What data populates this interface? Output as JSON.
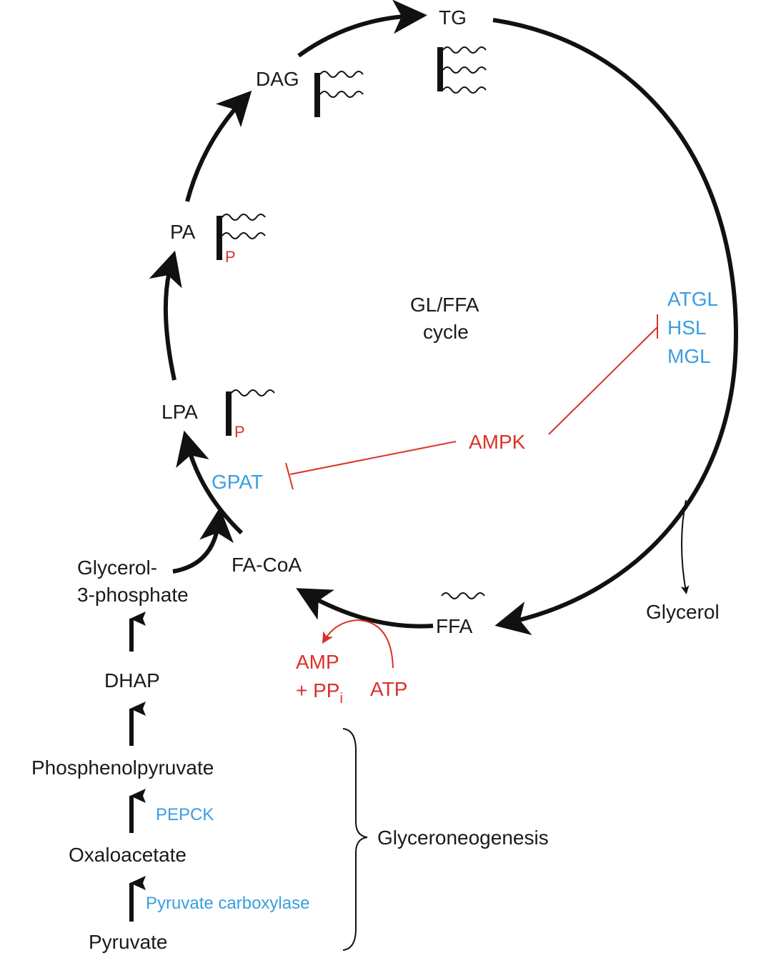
{
  "diagram": {
    "title": "GL/FFA cycle",
    "cycle_label_line1": "GL/FFA",
    "cycle_label_line2": "cycle",
    "colors": {
      "metabolite": "#1a1a1a",
      "enzyme": "#3a9ee0",
      "regulator": "#d9322a"
    },
    "cycle_metabolites": {
      "tg": "TG",
      "dag": "DAG",
      "pa": "PA",
      "lpa": "LPA",
      "fa_coa": "FA-CoA",
      "ffa": "FFA",
      "glycerol": "Glycerol"
    },
    "phosphate_label": "P",
    "enzymes": {
      "lipases": [
        "ATGL",
        "HSL",
        "MGL"
      ],
      "gpat": "GPAT",
      "pepck": "PEPCK",
      "pyruvate_carboxylase": "Pyruvate carboxylase"
    },
    "regulator": "AMPK",
    "activation": {
      "atp": "ATP",
      "amp": "AMP",
      "ppi_prefix": "+ PP",
      "ppi_subscript": "i"
    },
    "glyceroneogenesis": {
      "label": "Glyceroneogenesis",
      "steps": [
        "Pyruvate",
        "Oxaloacetate",
        "Phosphenolpyruvate",
        "DHAP",
        "Glycerol-",
        "3-phosphate"
      ]
    }
  }
}
